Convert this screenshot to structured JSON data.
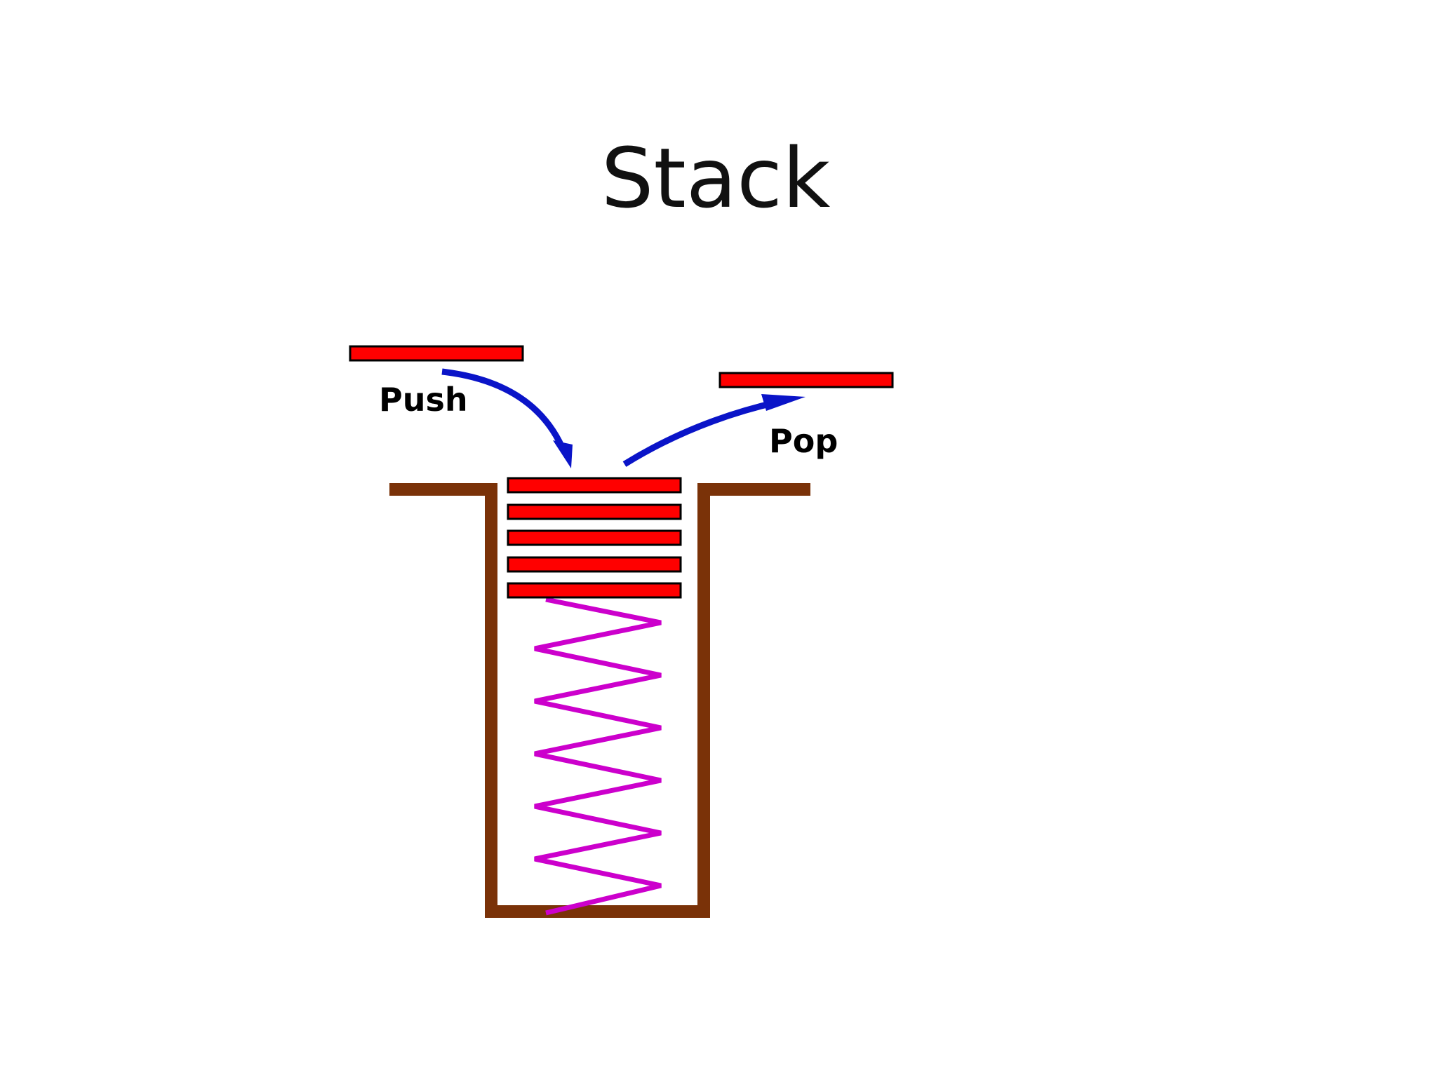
{
  "slide": {
    "title": "Stack"
  },
  "diagram": {
    "push_label": "Push",
    "pop_label": "Pop",
    "stacked_plate_count": 5,
    "colors": {
      "plate": "#ff0000",
      "plate_outline": "#000000",
      "container": "#7a3208",
      "spring": "#cc00cc",
      "arrow": "#0a14c8"
    }
  }
}
